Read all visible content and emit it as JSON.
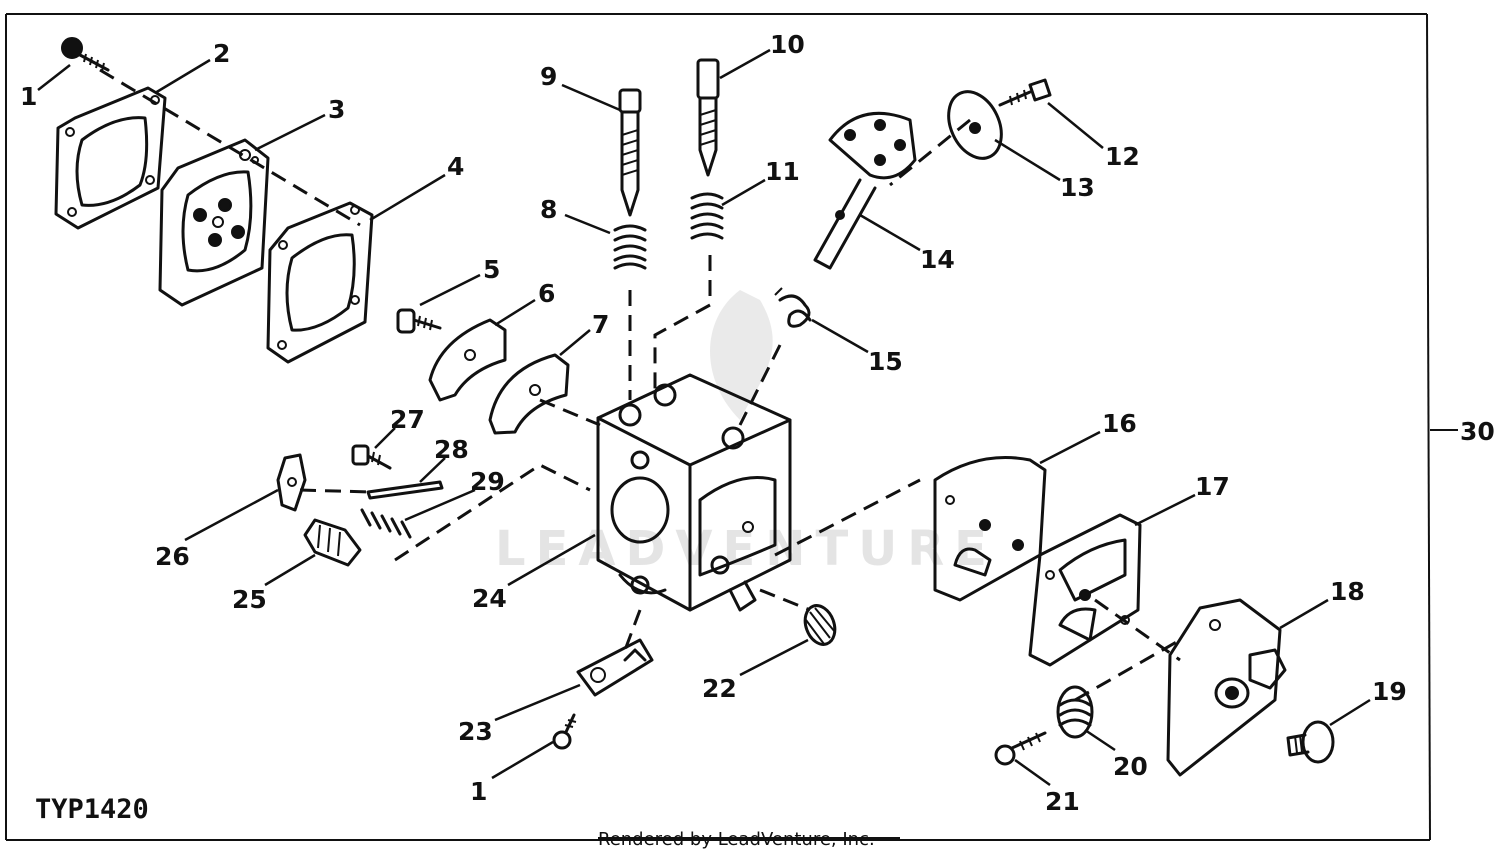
{
  "diagram": {
    "figure_code": "TYP1420",
    "assembly_callout": "30",
    "credit": "Rendered by LeadVenture, Inc.",
    "watermark": "LEADVENTURE",
    "callouts": [
      "1",
      "2",
      "3",
      "4",
      "5",
      "6",
      "7",
      "8",
      "9",
      "10",
      "11",
      "12",
      "13",
      "14",
      "15",
      "16",
      "17",
      "18",
      "19",
      "20",
      "21",
      "22",
      "23",
      "24",
      "25",
      "26",
      "27",
      "28",
      "29",
      "1"
    ]
  }
}
